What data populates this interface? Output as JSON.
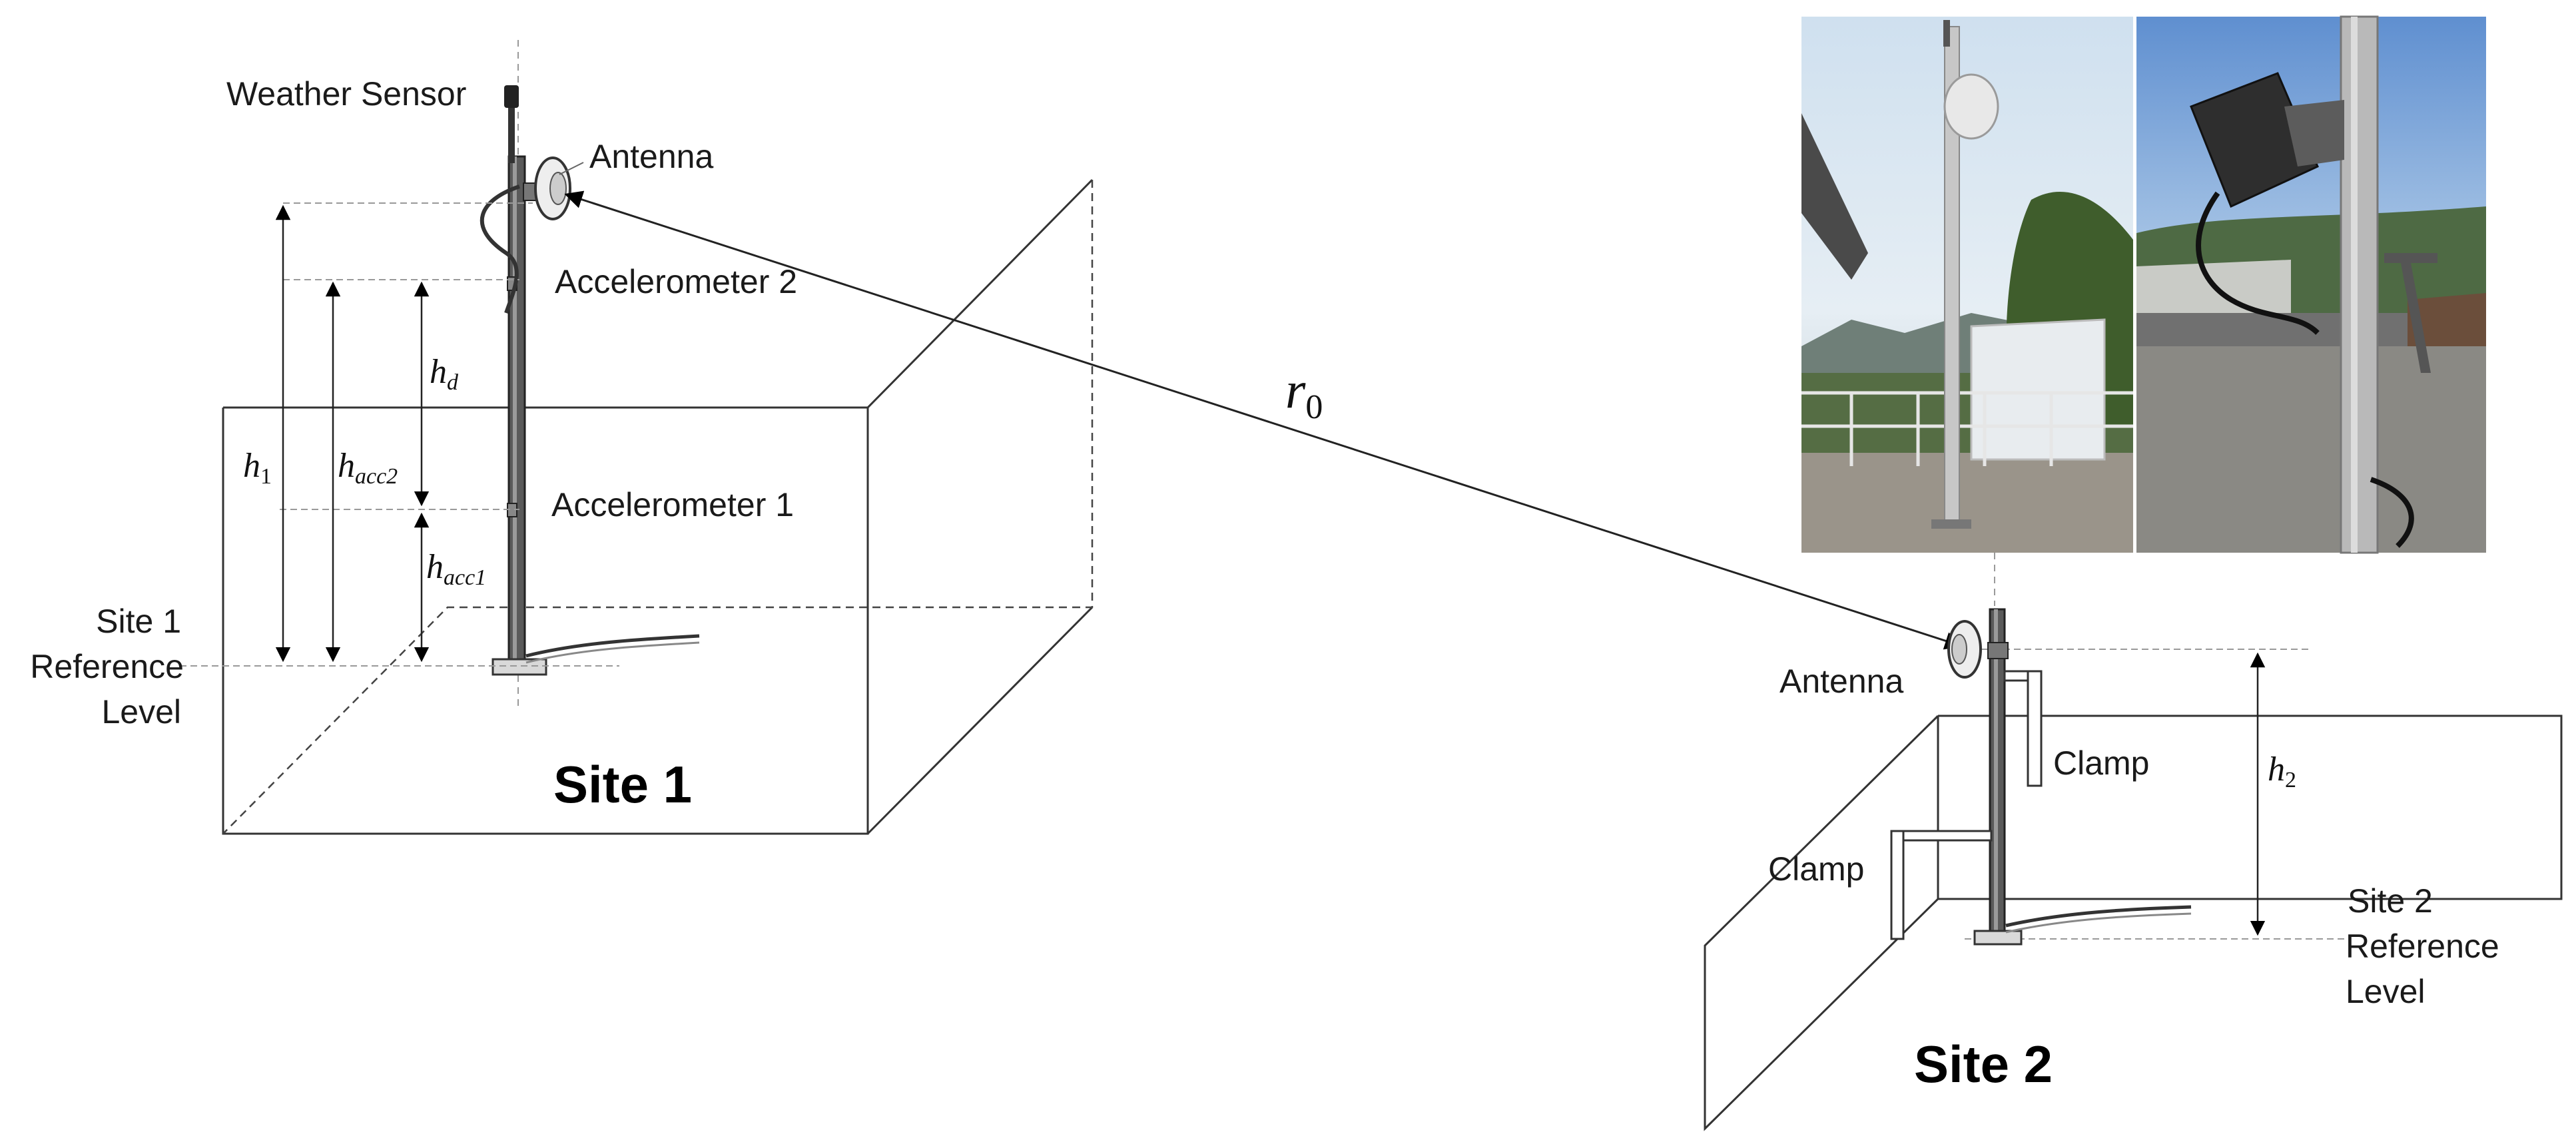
{
  "labels": {
    "weather_sensor": "Weather Sensor",
    "antenna_1": "Antenna",
    "accelerometer_2": "Accelerometer 2",
    "accelerometer_1": "Accelerometer 1",
    "site1_ref_line1": "Site 1",
    "site1_ref_line2": "Reference",
    "site1_ref_line3": "Level",
    "site1_title": "Site 1",
    "antenna_2": "Antenna",
    "clamp_upper": "Clamp",
    "clamp_lower": "Clamp",
    "site2_ref_line1": "Site 2",
    "site2_ref_line2": "Reference",
    "site2_ref_line3": "Level",
    "site2_title": "Site 2"
  },
  "symbols": {
    "h1_base": "h",
    "h1_sub": "1",
    "hd_base": "h",
    "hd_sub": "d",
    "hacc2_base": "h",
    "hacc2_sub": "acc2",
    "hacc1_base": "h",
    "hacc1_sub": "acc1",
    "h2_base": "h",
    "h2_sub": "2",
    "r0_base": "r",
    "r0_sub": "0"
  }
}
